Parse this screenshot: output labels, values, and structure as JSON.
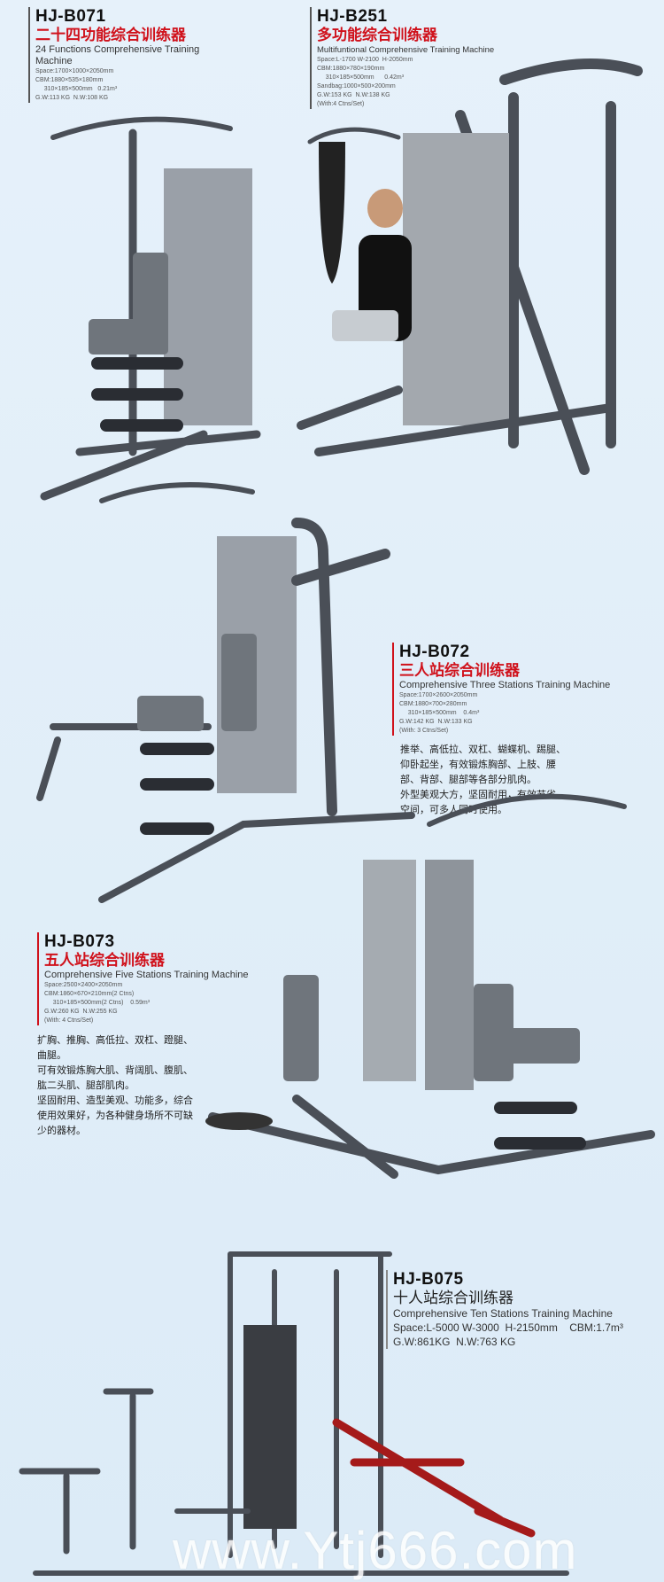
{
  "products": [
    {
      "code": "HJ-B071",
      "name_cn": "二十四功能综合训练器",
      "name_en": "24 Functions Comprehensive Training Machine",
      "specs": [
        "Space:1700×1000×2050mm",
        "CBM:1880×535×180mm",
        "     310×185×500mm   0.21m³",
        "G.W:113 KG  N.W:108 KG"
      ]
    },
    {
      "code": "HJ-B251",
      "name_cn": "多功能综合训练器",
      "name_en": "Multifuntional Comprehensive Training Machine",
      "specs": [
        "Space:L-1700 W-2100  H-2050mm",
        "CBM:1880×780×190mm",
        "     310×185×500mm      0.42m³",
        "Sandbag:1000×500×200mm",
        "G.W:153 KG  N.W:138 KG",
        "(With:4 Ctns/Set)"
      ]
    },
    {
      "code": "HJ-B072",
      "name_cn": "三人站综合训练器",
      "name_en": "Comprehensive Three Stations Training Machine",
      "specs": [
        "Space:1700×2600×2050mm",
        "CBM:1880×700×280mm",
        "     310×185×500mm    0.4m³",
        "G.W:142 KG  N.W:133 KG",
        "(With: 3 Ctns/Set)"
      ],
      "desc": [
        "推举、高低拉、双杠、蝴蝶机、踢腿、",
        "仰卧起坐，有效锻炼胸部、上肢、腰",
        "部、背部、腿部等各部分肌肉。",
        "外型美观大方，坚固耐用，有效节省",
        "空间，可多人同时使用。"
      ]
    },
    {
      "code": "HJ-B073",
      "name_cn": "五人站综合训练器",
      "name_en": "Comprehensive Five Stations Training Machine",
      "specs": [
        "Space:2500×2400×2050mm",
        "CBM:1860×670×210mm(2 Ctns)",
        "     310×185×500mm(2 Ctns)    0.59m³",
        "G.W:260 KG  N.W:255 KG",
        "(With: 4 Ctns/Set)"
      ],
      "desc": [
        "扩胸、推胸、高低拉、双杠、蹬腿、",
        "曲腿。",
        "可有效锻炼胸大肌、背阔肌、腹肌、",
        "肱二头肌、腿部肌肉。",
        "坚固耐用、造型美观、功能多，综合",
        "使用效果好，为各种健身场所不可缺",
        "少的器材。"
      ]
    },
    {
      "code": "HJ-B075",
      "name_cn": "十人站综合训练器",
      "name_en": "Comprehensive Ten Stations Training Machine",
      "specs": [
        "Space:L-5000 W-3000  H-2150mm    CBM:1.7m³",
        "G.W:861KG  N.W:763 KG"
      ]
    }
  ],
  "watermark": "www.Ytj666.com"
}
